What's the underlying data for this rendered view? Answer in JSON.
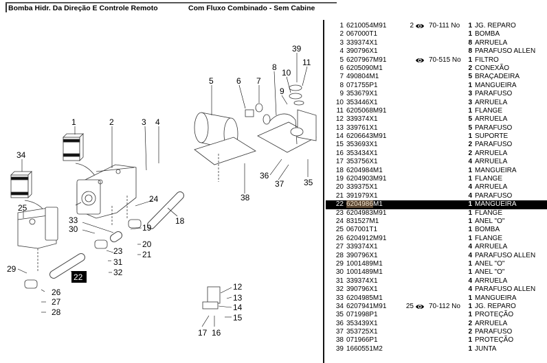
{
  "header": {
    "title": "Bomba Hidr. Da Direção E Controle Remoto",
    "subtitle": "Com Fluxo Combinado - Sem Cabine"
  },
  "diagram": {
    "callouts": [
      "1",
      "2",
      "3",
      "4",
      "5",
      "6",
      "7",
      "8",
      "9",
      "10",
      "11",
      "12",
      "13",
      "14",
      "15",
      "16",
      "17",
      "18",
      "19",
      "20",
      "21",
      "22",
      "23",
      "24",
      "25",
      "26",
      "27",
      "28",
      "29",
      "30",
      "31",
      "32",
      "33",
      "34",
      "35",
      "36",
      "37",
      "38",
      "39"
    ],
    "highlighted_callout": "22"
  },
  "parts": {
    "selected_index": 22,
    "rows": [
      {
        "num": "1",
        "part": "6210054M91",
        "ref": "2",
        "icon": "eye-icon",
        "section": "70-111 No",
        "qty": "1",
        "desc": "JG. REPARO"
      },
      {
        "num": "2",
        "part": "067000T1",
        "qty": "1",
        "desc": "BOMBA"
      },
      {
        "num": "3",
        "part": "339374X1",
        "qty": "8",
        "desc": "ARRUELA"
      },
      {
        "num": "4",
        "part": "390796X1",
        "qty": "8",
        "desc": "PARAFUSO ALLEN"
      },
      {
        "num": "5",
        "part": "6207967M91",
        "ref": "",
        "icon": "eye-icon",
        "section": "70-515 No",
        "qty": "1",
        "desc": "FILTRO"
      },
      {
        "num": "6",
        "part": "6205090M1",
        "qty": "2",
        "desc": "CONEXÃO"
      },
      {
        "num": "7",
        "part": "490804M1",
        "qty": "5",
        "desc": "BRAÇADEIRA"
      },
      {
        "num": "8",
        "part": "071755P1",
        "qty": "1",
        "desc": "MANGUEIRA"
      },
      {
        "num": "9",
        "part": "353679X1",
        "qty": "3",
        "desc": "PARAFUSO"
      },
      {
        "num": "10",
        "part": "353446X1",
        "qty": "3",
        "desc": "ARRUELA"
      },
      {
        "num": "11",
        "part": "6205068M91",
        "qty": "1",
        "desc": "FLANGE"
      },
      {
        "num": "12",
        "part": "339374X1",
        "qty": "5",
        "desc": "ARRUELA"
      },
      {
        "num": "13",
        "part": "339761X1",
        "qty": "5",
        "desc": "PARAFUSO"
      },
      {
        "num": "14",
        "part": "6206643M91",
        "qty": "1",
        "desc": "SUPORTE"
      },
      {
        "num": "15",
        "part": "353693X1",
        "qty": "2",
        "desc": "PARAFUSO"
      },
      {
        "num": "16",
        "part": "353434X1",
        "qty": "2",
        "desc": "ARRUELA"
      },
      {
        "num": "17",
        "part": "353756X1",
        "qty": "4",
        "desc": "ARRUELA"
      },
      {
        "num": "18",
        "part": "6204984M1",
        "qty": "1",
        "desc": "MANGUEIRA"
      },
      {
        "num": "19",
        "part": "6204903M91",
        "qty": "1",
        "desc": "FLANGE"
      },
      {
        "num": "20",
        "part": "339375X1",
        "qty": "4",
        "desc": "ARRUELA"
      },
      {
        "num": "21",
        "part": "391979X1",
        "qty": "4",
        "desc": "PARAFUSO"
      },
      {
        "num": "22",
        "part": "6204986M1",
        "part_highlight": "6204986",
        "part_rest": "M1",
        "qty": "1",
        "desc": "MANGUEIRA"
      },
      {
        "num": "23",
        "part": "6204983M91",
        "qty": "1",
        "desc": "FLANGE"
      },
      {
        "num": "24",
        "part": "831527M1",
        "qty": "1",
        "desc": "ANEL \"O\""
      },
      {
        "num": "25",
        "part": "067001T1",
        "qty": "1",
        "desc": "BOMBA"
      },
      {
        "num": "26",
        "part": "6204912M91",
        "qty": "1",
        "desc": "FLANGE"
      },
      {
        "num": "27",
        "part": "339374X1",
        "qty": "4",
        "desc": "ARRUELA"
      },
      {
        "num": "28",
        "part": "390796X1",
        "qty": "4",
        "desc": "PARAFUSO ALLEN"
      },
      {
        "num": "29",
        "part": "1001489M1",
        "qty": "1",
        "desc": "ANEL \"O\""
      },
      {
        "num": "30",
        "part": "1001489M1",
        "qty": "1",
        "desc": "ANEL \"O\""
      },
      {
        "num": "31",
        "part": "339374X1",
        "qty": "4",
        "desc": "ARRUELA"
      },
      {
        "num": "32",
        "part": "390796X1",
        "qty": "4",
        "desc": "PARAFUSO ALLEN"
      },
      {
        "num": "33",
        "part": "6204985M1",
        "qty": "1",
        "desc": "MANGUEIRA"
      },
      {
        "num": "34",
        "part": "6207941M91",
        "ref": "25",
        "icon": "eye-icon",
        "section": "70-112 No",
        "qty": "1",
        "desc": "JG. REPARO"
      },
      {
        "num": "35",
        "part": "071998P1",
        "qty": "1",
        "desc": "PROTEÇÃO"
      },
      {
        "num": "36",
        "part": "353439X1",
        "qty": "2",
        "desc": "ARRUELA"
      },
      {
        "num": "37",
        "part": "353725X1",
        "qty": "2",
        "desc": "PARAFUSO"
      },
      {
        "num": "38",
        "part": "071966P1",
        "qty": "1",
        "desc": "PROTEÇÃO"
      },
      {
        "num": "39",
        "part": "1660551M2",
        "qty": "1",
        "desc": "JUNTA"
      }
    ]
  }
}
